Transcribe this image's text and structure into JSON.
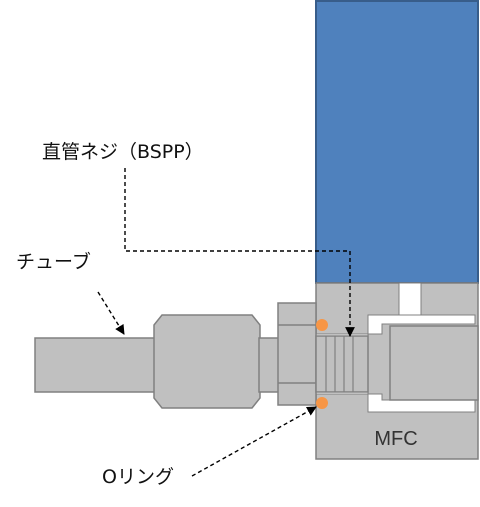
{
  "labels": {
    "bspp": "直管ネジ（BSPP）",
    "tube": "チューブ",
    "oring": "Oリング",
    "mfc": "MFC"
  },
  "colors": {
    "mfc_body": "#4f81bd",
    "mfc_border": "#385d8a",
    "metal": "#c0c0c0",
    "metal_border": "#808080",
    "oring": "#f79646",
    "leader": "#000000"
  }
}
